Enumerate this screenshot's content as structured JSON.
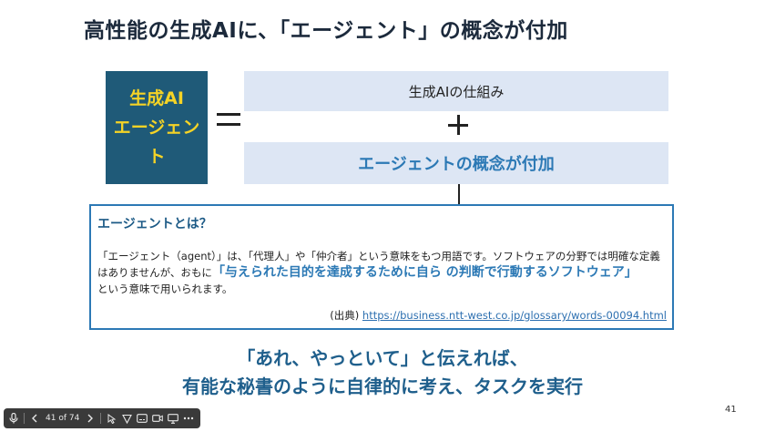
{
  "slide": {
    "title": "高性能の生成AIに、「エージェント」の概念が付加",
    "page_number": "41"
  },
  "equation": {
    "left_line1": "生成AI",
    "left_line2": "エージェント",
    "right_top": "生成AIの仕組み",
    "right_bottom": "エージェントの概念が付加"
  },
  "definition": {
    "heading": "エージェントとは？",
    "body_part1": "「エージェント（agent）」は、「代理人」や「仲介者」という意味をもつ用語です。ソフトウェアの分野では明確な定義はありませんが、おもに",
    "highlight": "「与えられた目的を達成するために自ら の判断で行動するソフトウェア」",
    "body_part2": "という意味で用いられます。",
    "source_label": "(出典)",
    "source_url": "https://business.ntt-west.co.jp/glossary/words-00094.html"
  },
  "tagline": {
    "line1": "「あれ、やっといて」と伝えれば、",
    "line2": "有能な秘書のように自律的に考え、タスクを実行"
  },
  "toolbar": {
    "counter": "41 of 74",
    "icons": [
      "microphone-icon",
      "previous-icon",
      "next-icon",
      "pointer-icon",
      "annotate-icon",
      "subtitles-icon",
      "camera-icon",
      "screen-icon",
      "more-icon"
    ]
  }
}
